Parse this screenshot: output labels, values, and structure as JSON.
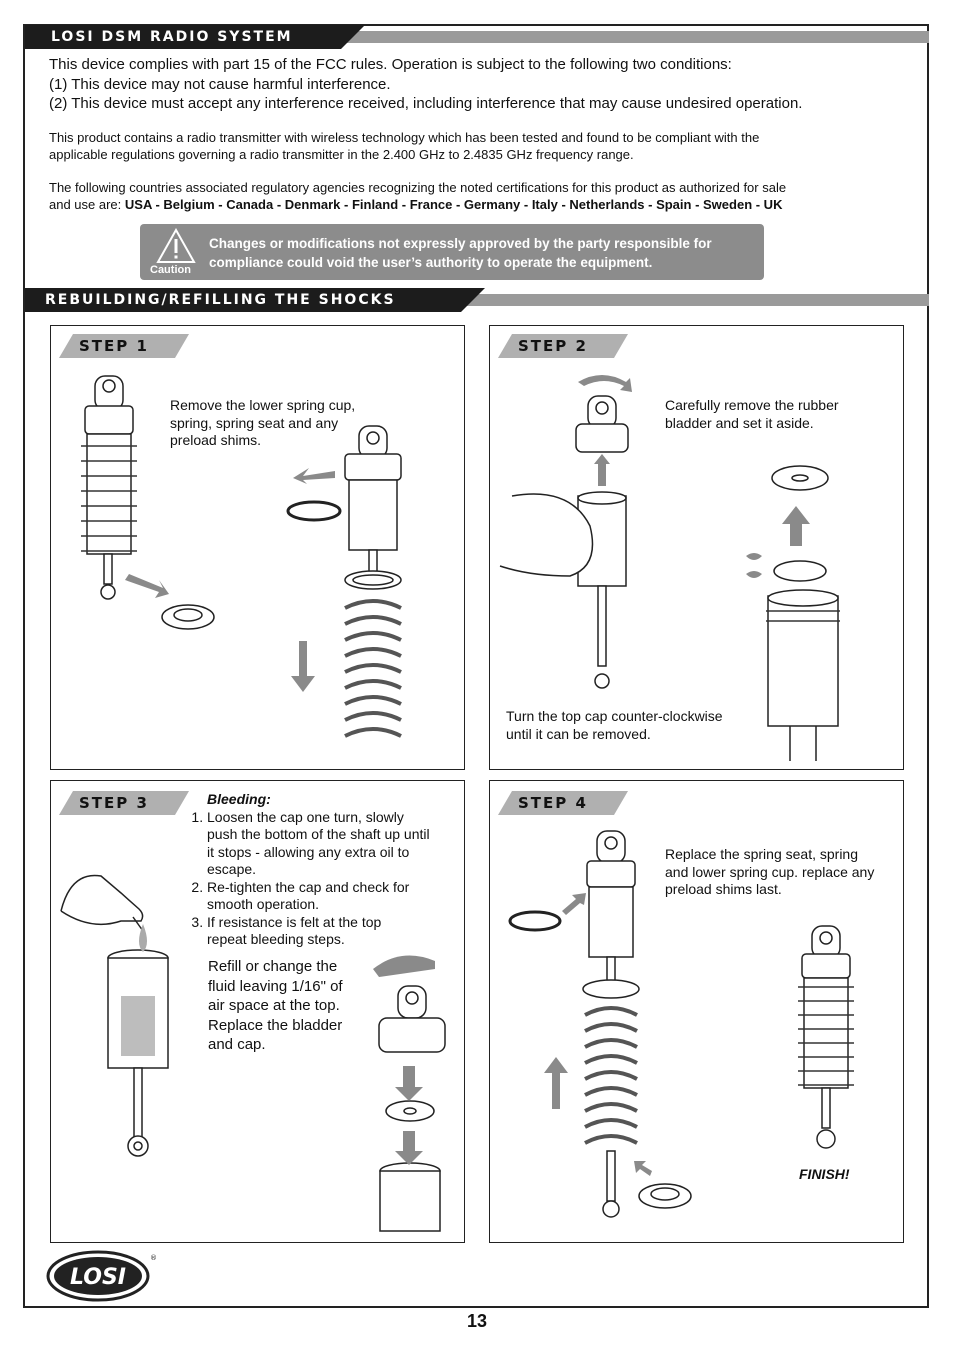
{
  "section1": {
    "title": "LOSI DSM RADIO SYSTEM",
    "para1": "This device complies with part 15 of the FCC rules. Operation is subject to the following two conditions:",
    "para2": "(1) This device may not cause harmful interference.",
    "para3": "(2) This device must accept any interference received, including interference that may cause undesired operation.",
    "para4a": "This product contains a radio transmitter with wireless technology which has been tested and found to be compliant with the",
    "para4b": "applicable regulations governing a radio transmitter in the 2.400 GHz to 2.4835 GHz frequency range.",
    "para5a": "The following countries associated regulatory agencies recognizing the noted certifications for this product as authorized for sale",
    "para5b": "and use are: ",
    "countries": "USA - Belgium - Canada - Denmark - Finland - France - Germany - Italy - Netherlands - Spain - Sweden - UK"
  },
  "caution": {
    "label": "Caution",
    "line1": "Changes or modifications not expressly approved by the party responsible for",
    "line2": "compliance could void the user’s authority to operate the equipment."
  },
  "section2": {
    "title": "REBUILDING/REFILLING THE SHOCKS"
  },
  "steps": [
    {
      "label": "STEP 1",
      "text": [
        "Remove the lower spring cup,",
        "spring, spring seat and any",
        "preload shims."
      ]
    },
    {
      "label": "STEP 2",
      "text": [
        "Carefully remove the rubber",
        "bladder and set it aside."
      ],
      "text2": [
        "Turn the top cap counter-clockwise",
        "until it can be removed."
      ]
    },
    {
      "label": "STEP 3",
      "heading": "Bleeding:",
      "items": [
        [
          "Loosen the cap one turn, slowly",
          "push the bottom of the shaft up until",
          "it stops - allowing any extra oil to",
          "escape."
        ],
        [
          "Re-tighten the cap and check for",
          "smooth operation."
        ],
        [
          "If resistance is felt at the top",
          "repeat bleeding steps."
        ]
      ],
      "refill": [
        "Refill or change the",
        "fluid leaving 1/16\" of",
        "air space at the top.",
        "Replace the bladder",
        "and cap."
      ]
    },
    {
      "label": "STEP 4",
      "text": [
        "Replace the spring seat, spring",
        "and lower spring cup. replace any",
        "preload shims last."
      ],
      "finish": "FINISH!"
    }
  ],
  "logo": "LOSI",
  "page_number": "13",
  "colors": {
    "dark_bar": "#1c1c1c",
    "grey_bar": "#9a9a9a",
    "caution_bg": "#8c8c8c",
    "tab_grey": "#b0b0b0",
    "arrow_grey": "#8a8a8a"
  }
}
